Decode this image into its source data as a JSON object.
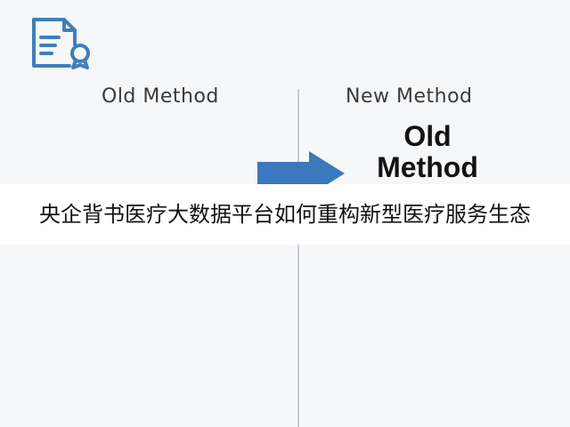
{
  "icons": {
    "document": "document-certificate-icon",
    "arrow": "right-arrow-icon"
  },
  "colors": {
    "icon_blue": "#3f7fb8",
    "arrow_blue": "#3b78bd",
    "background": "#f6f7f9",
    "divider": "#c9ccd1"
  },
  "comparison": {
    "left_heading": "Old Method",
    "right_heading": "New Method",
    "big_label_line1": "Old",
    "big_label_line2": "Method"
  },
  "caption": {
    "text": "央企背书医疗大数据平台如何重构新型医疗服务生态"
  }
}
